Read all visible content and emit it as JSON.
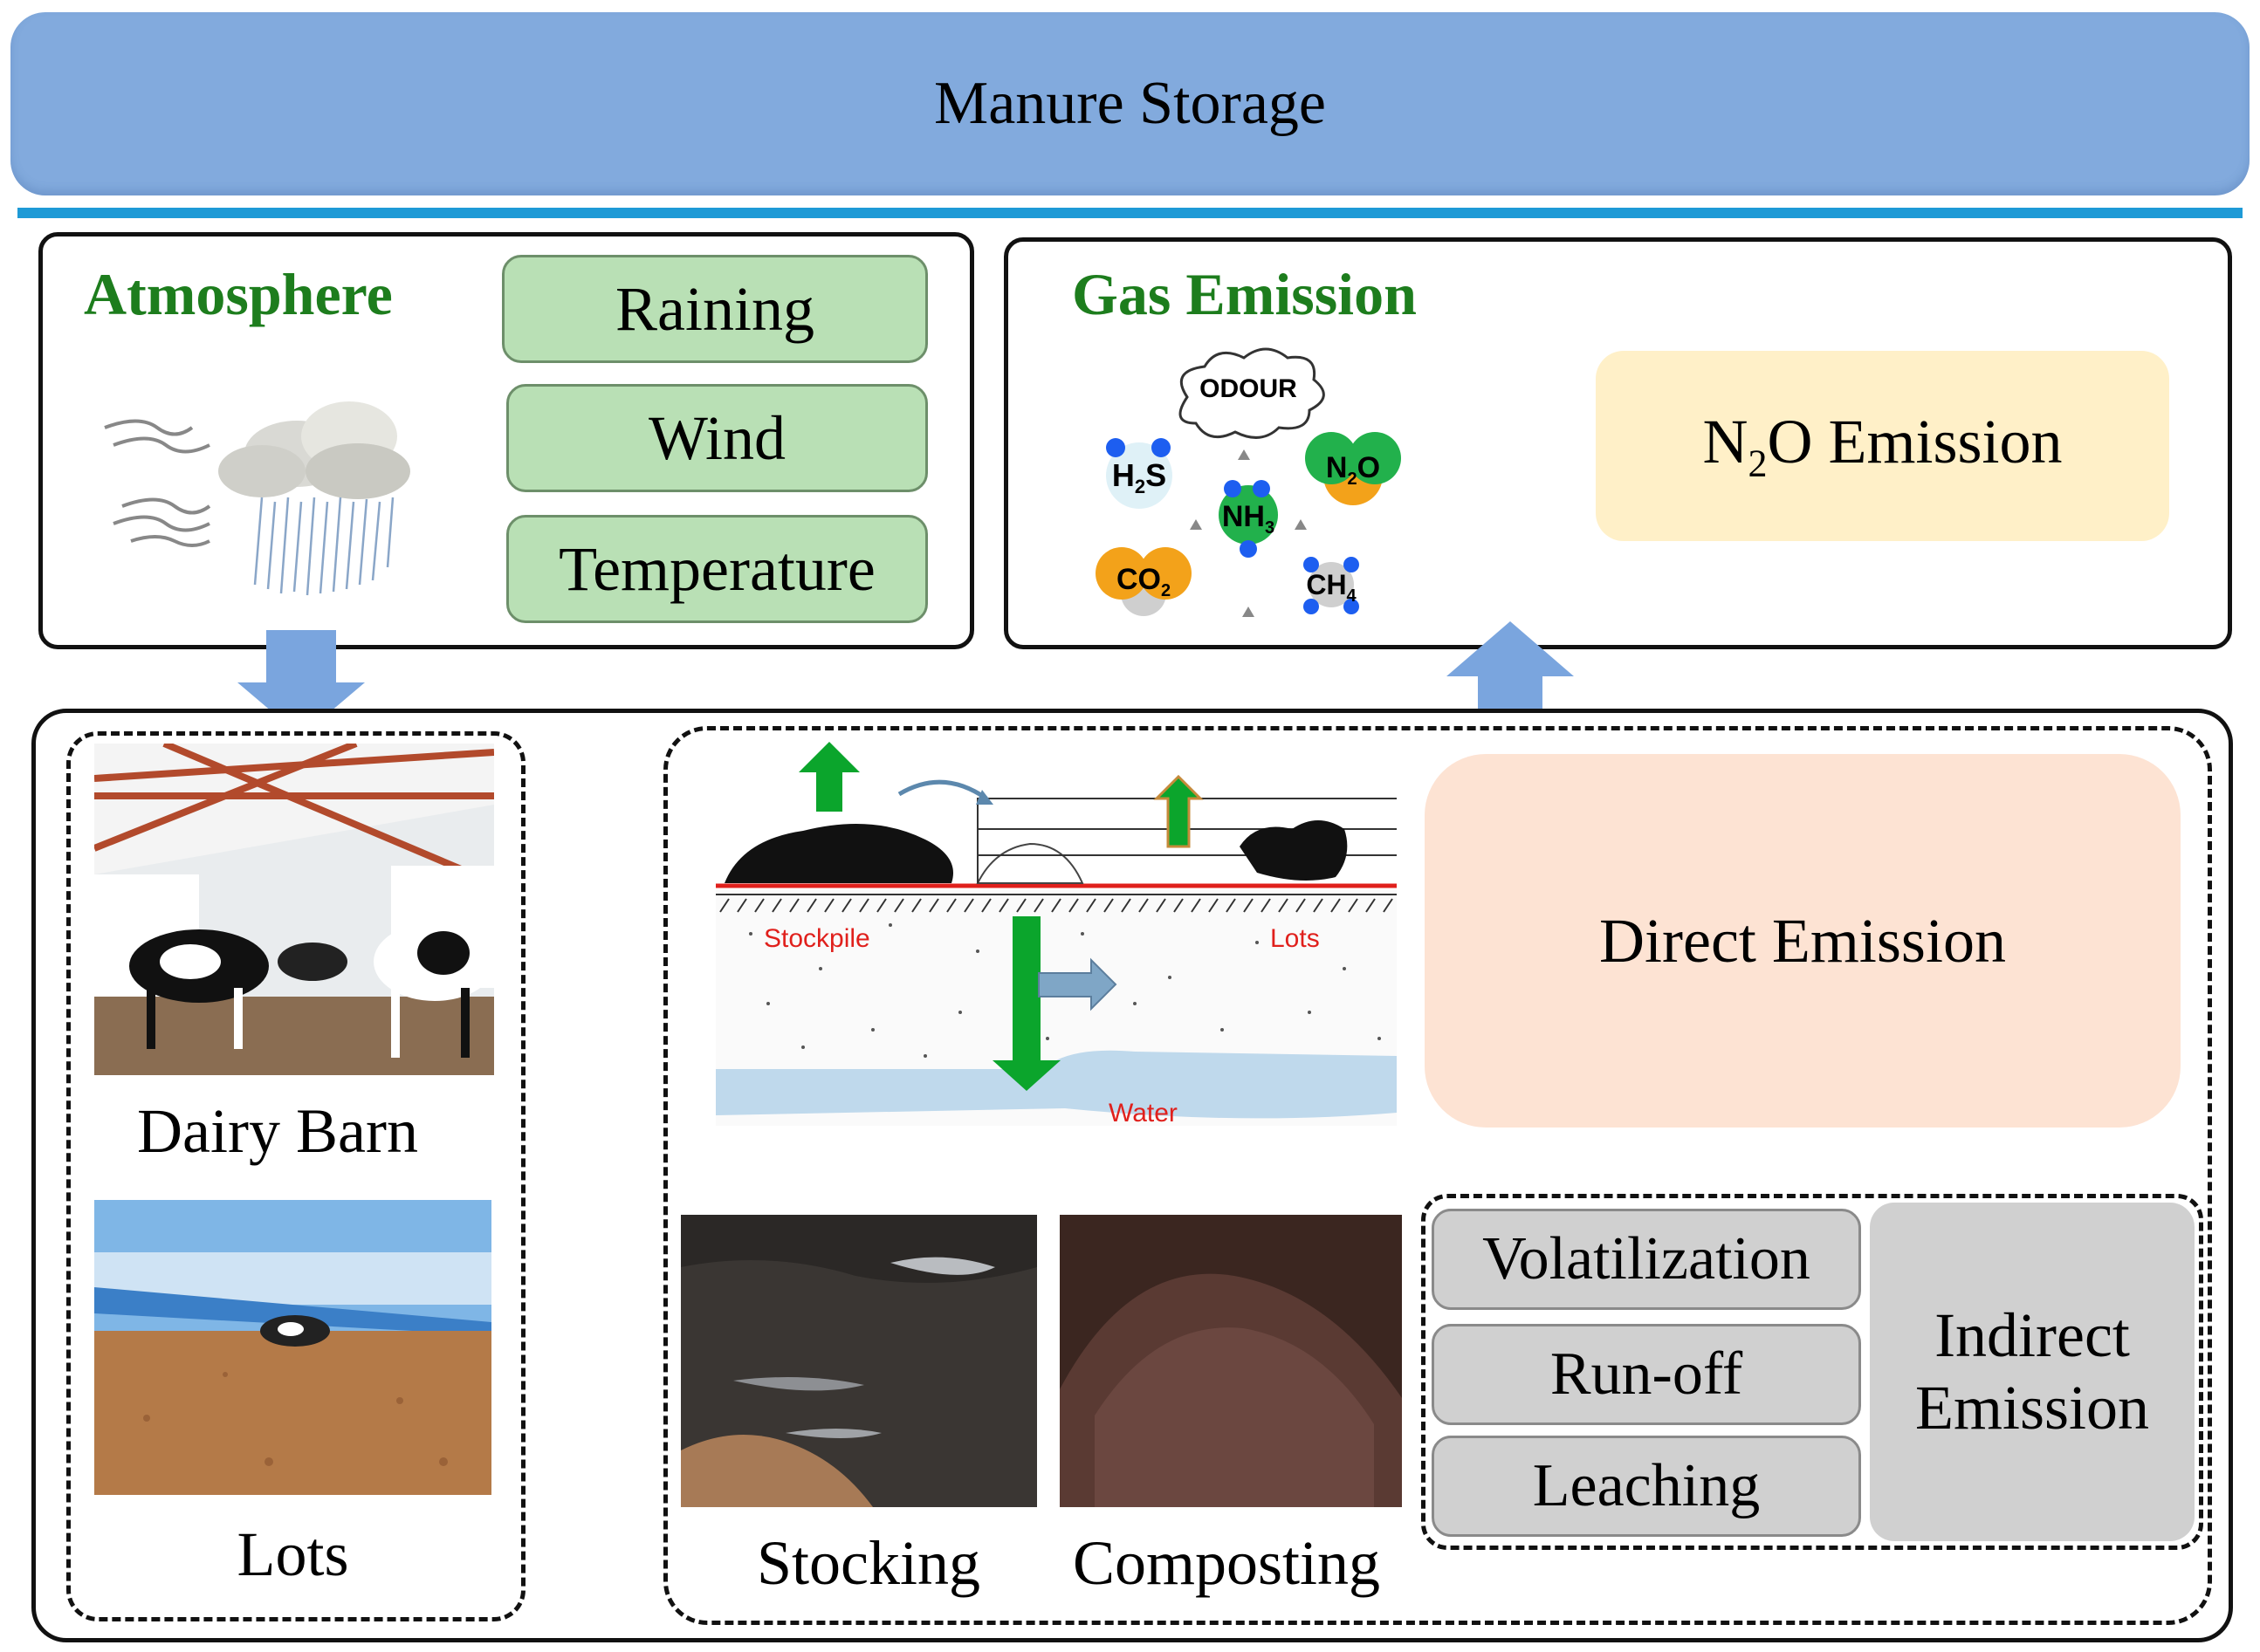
{
  "header": {
    "title": "Manure Storage"
  },
  "atmosphere": {
    "title": "Atmosphere",
    "factors": [
      "Raining",
      "Wind",
      "Temperature"
    ]
  },
  "gas_emission": {
    "title": "Gas Emission",
    "odour_label": "ODOUR",
    "gases": {
      "h2s_main": "H",
      "h2s_sub": "2",
      "h2s_tail": "S",
      "n2o_main": "N",
      "n2o_sub": "2",
      "n2o_tail": "O",
      "nh3_main": "NH",
      "nh3_sub": "3",
      "co2_main": "CO",
      "co2_sub": "2",
      "ch4_main": "CH",
      "ch4_sub": "4"
    },
    "n2o_box": {
      "main": "N",
      "sub": "2",
      "tail": "O Emission"
    }
  },
  "sources": {
    "dairy_barn": "Dairy Barn",
    "lots": "Lots"
  },
  "process": {
    "stockpile_label": "Stockpile",
    "lots_label": "Lots",
    "water_label": "Water",
    "direct_emission": "Direct Emission",
    "stocking": "Stocking",
    "composting": "Composting",
    "indirect": {
      "pathways": [
        "Volatilization",
        "Run-off",
        "Leaching"
      ],
      "title_line1": "Indirect",
      "title_line2": "Emission"
    }
  },
  "colors": {
    "banner": "#82aadd",
    "rule": "#1e9ad6",
    "arrow": "#7aa5de",
    "factor_box": "#b9e0b5",
    "n2o_box": "#fff0c8",
    "direct_box": "#fde3d3",
    "indirect_box": "#d0d0d0",
    "title_green": "#1d7d1d"
  }
}
